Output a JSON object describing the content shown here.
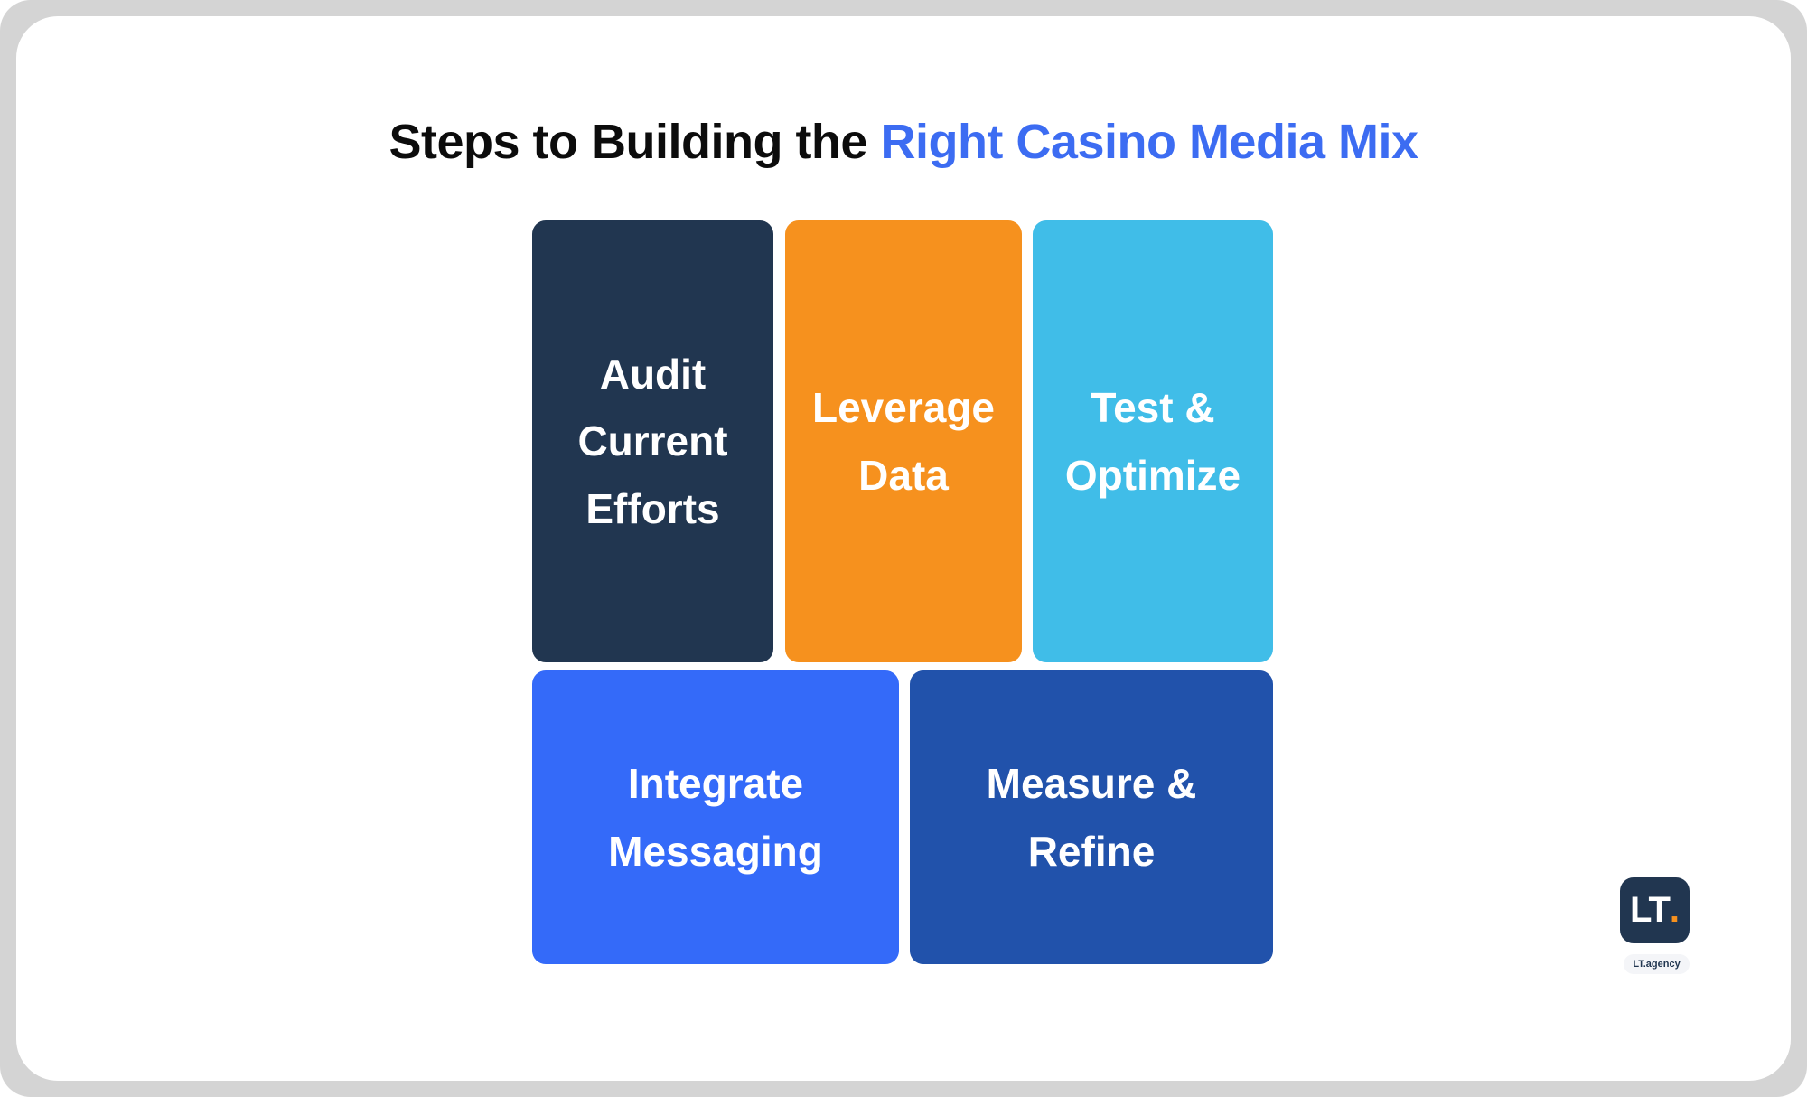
{
  "page": {
    "outer_background": "#d4d4d4",
    "card_background": "#ffffff"
  },
  "title": {
    "prefix": "Steps to Building the ",
    "highlight": "Right Casino Media Mix",
    "prefix_color": "#0c0c0c",
    "highlight_color": "#3c6cf2"
  },
  "steps": [
    {
      "label": "Audit Current Efforts",
      "color": "#213650"
    },
    {
      "label": "Leverage Data",
      "color": "#f6911e"
    },
    {
      "label": "Test & Optimize",
      "color": "#40bde8"
    },
    {
      "label": "Integrate Messaging",
      "color": "#346af9"
    },
    {
      "label": "Measure & Refine",
      "color": "#2152ab"
    }
  ],
  "logo": {
    "text": "LT",
    "dot": ".",
    "square_color": "#213650",
    "dot_color": "#f6911e",
    "badge_label": "LT.agency"
  }
}
